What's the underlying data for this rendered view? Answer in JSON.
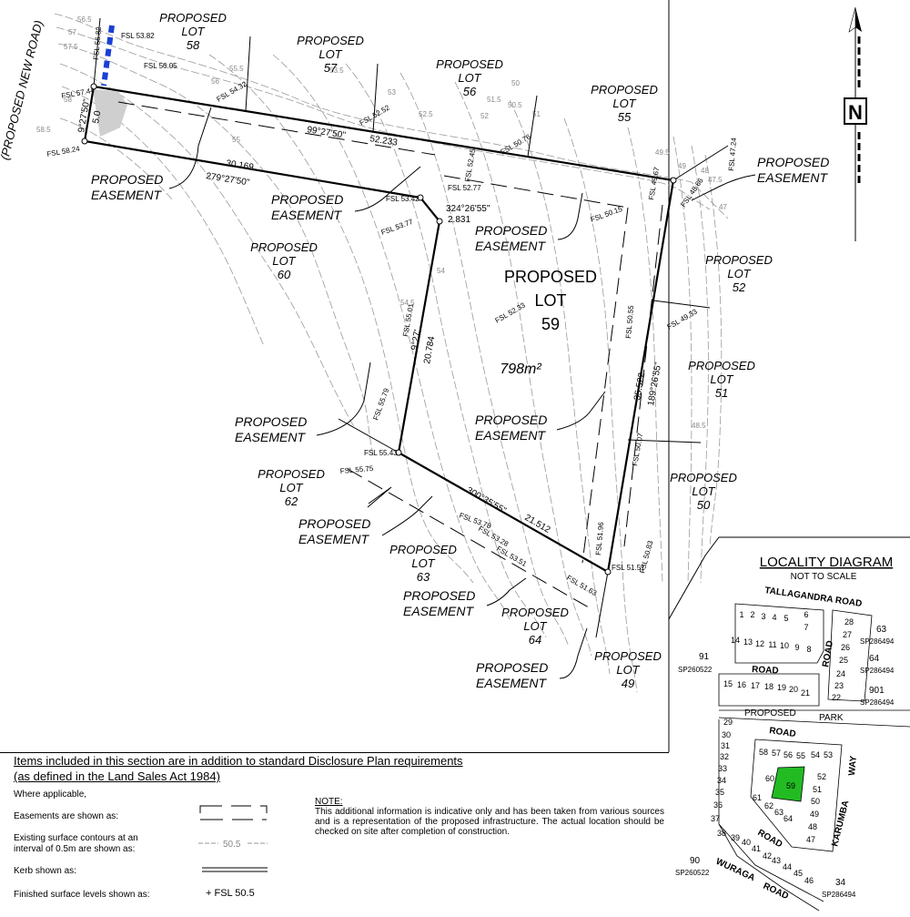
{
  "roads": {
    "new_road": "(PROPOSED NEW ROAD)"
  },
  "lots": {
    "lot58": [
      "PROPOSED",
      "LOT",
      "58"
    ],
    "lot57": [
      "PROPOSED",
      "LOT",
      "57"
    ],
    "lot56": [
      "PROPOSED",
      "LOT",
      "56"
    ],
    "lot55": [
      "PROPOSED",
      "LOT",
      "55"
    ],
    "lot60": [
      "PROPOSED",
      "LOT",
      "60"
    ],
    "lot52": [
      "PROPOSED",
      "LOT",
      "52"
    ],
    "lot51": [
      "PROPOSED",
      "LOT",
      "51"
    ],
    "lot50": [
      "PROPOSED",
      "LOT",
      "50"
    ],
    "lot62": [
      "PROPOSED",
      "LOT",
      "62"
    ],
    "lot63": [
      "PROPOSED",
      "LOT",
      "63"
    ],
    "lot64": [
      "PROPOSED",
      "LOT",
      "64"
    ],
    "lot49": [
      "PROPOSED",
      "LOT",
      "49"
    ]
  },
  "main_lot": {
    "line1": "PROPOSED",
    "line2": "LOT",
    "line3": "59",
    "area": "798m²"
  },
  "easement": {
    "line1": "PROPOSED",
    "line2": "EASEMENT"
  },
  "north": "N",
  "dimensions": {
    "top_bearing": "99°27'50\"",
    "top_length": "52.233",
    "left_length": "30.169",
    "left_bearing": "279°27'50\"",
    "left_side_bearing": "9°27'50\"",
    "road_width": "5.0",
    "notch_bearing": "324°26'55\"",
    "notch_length": "2.831",
    "west_bearing": "9°27'",
    "west_length": "20.784",
    "east_length": "35.522",
    "east_bearing": "189°26'55\"",
    "south_bearing": "300°35'55\"",
    "south_length": "21.512"
  },
  "fsl": [
    "FSL 53.82",
    "FSL 56.82",
    "FSL 56.05",
    "FSL 57.44",
    "FSL 58.24",
    "FSL 54.32",
    "FSL 52.52",
    "FSL 50.76",
    "FSL 47.24",
    "FSL 53.42",
    "FSL 52.77",
    "FSL 52.45",
    "FSL 50.15",
    "FSL 49.67",
    "FSL 48.66",
    "FSL 53.77",
    "FSL 55.01",
    "FSL 52.33",
    "FSL 50.55",
    "FSL 49.33",
    "FSL 55.79",
    "FSL 55.43",
    "FSL 55.75",
    "FSL 53.78",
    "FSL 53.28",
    "FSL 53.51",
    "FSL 51.96",
    "FSL 50.07",
    "FSL 51.51",
    "FSL 51.63",
    "FSL 50.83"
  ],
  "contours": [
    "56.5",
    "57",
    "57.5",
    "58",
    "58.5",
    "55.5",
    "56",
    "55",
    "54.5",
    "54",
    "53.5",
    "53",
    "52.5",
    "52",
    "51.5",
    "51",
    "50.5",
    "50",
    "49.5",
    "49",
    "48.5",
    "48",
    "47.5",
    "47"
  ],
  "locality": {
    "title": "LOCALITY DIAGRAM",
    "subtitle": "NOT TO SCALE",
    "roads": [
      "TALLAGANDRA ROAD",
      "ROAD",
      "ROAD",
      "PROPOSED",
      "PARK",
      "ROAD",
      "ROAD",
      "KARUMBA",
      "WAY",
      "WURAGA",
      "ROAD"
    ],
    "lots_top": [
      "1",
      "2",
      "3",
      "4",
      "5",
      "6",
      "7",
      "14",
      "13",
      "12",
      "11",
      "10",
      "9",
      "8",
      "28",
      "27",
      "26",
      "25",
      "24",
      "23",
      "22",
      "15",
      "16",
      "17",
      "18",
      "19",
      "20",
      "21"
    ],
    "lots_bottom": [
      "29",
      "30",
      "31",
      "32",
      "33",
      "34",
      "35",
      "36",
      "37",
      "38",
      "39",
      "40",
      "41",
      "42",
      "43",
      "44",
      "45",
      "46",
      "58",
      "57",
      "56",
      "55",
      "54",
      "53",
      "60",
      "59",
      "52",
      "51",
      "61",
      "62",
      "63",
      "64",
      "50",
      "49",
      "48",
      "47"
    ],
    "external": [
      {
        "num": "91",
        "plan": "SP260522"
      },
      {
        "num": "63",
        "plan": "SP286494"
      },
      {
        "num": "64",
        "plan": "SP286494"
      },
      {
        "num": "901",
        "plan": "SP286494"
      },
      {
        "num": "90",
        "plan": "SP260522"
      },
      {
        "num": "34",
        "plan": "SP286494"
      }
    ],
    "highlight_color": "#22bb22"
  },
  "legend": {
    "heading1": "Items included in this section are in addition to standard Disclosure Plan requirements",
    "heading2": "(as defined in the Land Sales Act 1984)",
    "where": "Where applicable,",
    "easement": "Easements are shown as:",
    "contours1": "Existing surface contours at an",
    "contours2": "interval of 0.5m are shown as:",
    "contour_sample": "50.5",
    "kerb": "Kerb shown as:",
    "fsl": "Finished surface levels shown as:",
    "fsl_sample": "+ FSL  50.5"
  },
  "note": {
    "title": "NOTE:",
    "text": "This additional information is indicative only and has been taken from various sources and is a representation of the proposed infrastructure. The actual location should be checked on site after completion of construction."
  }
}
